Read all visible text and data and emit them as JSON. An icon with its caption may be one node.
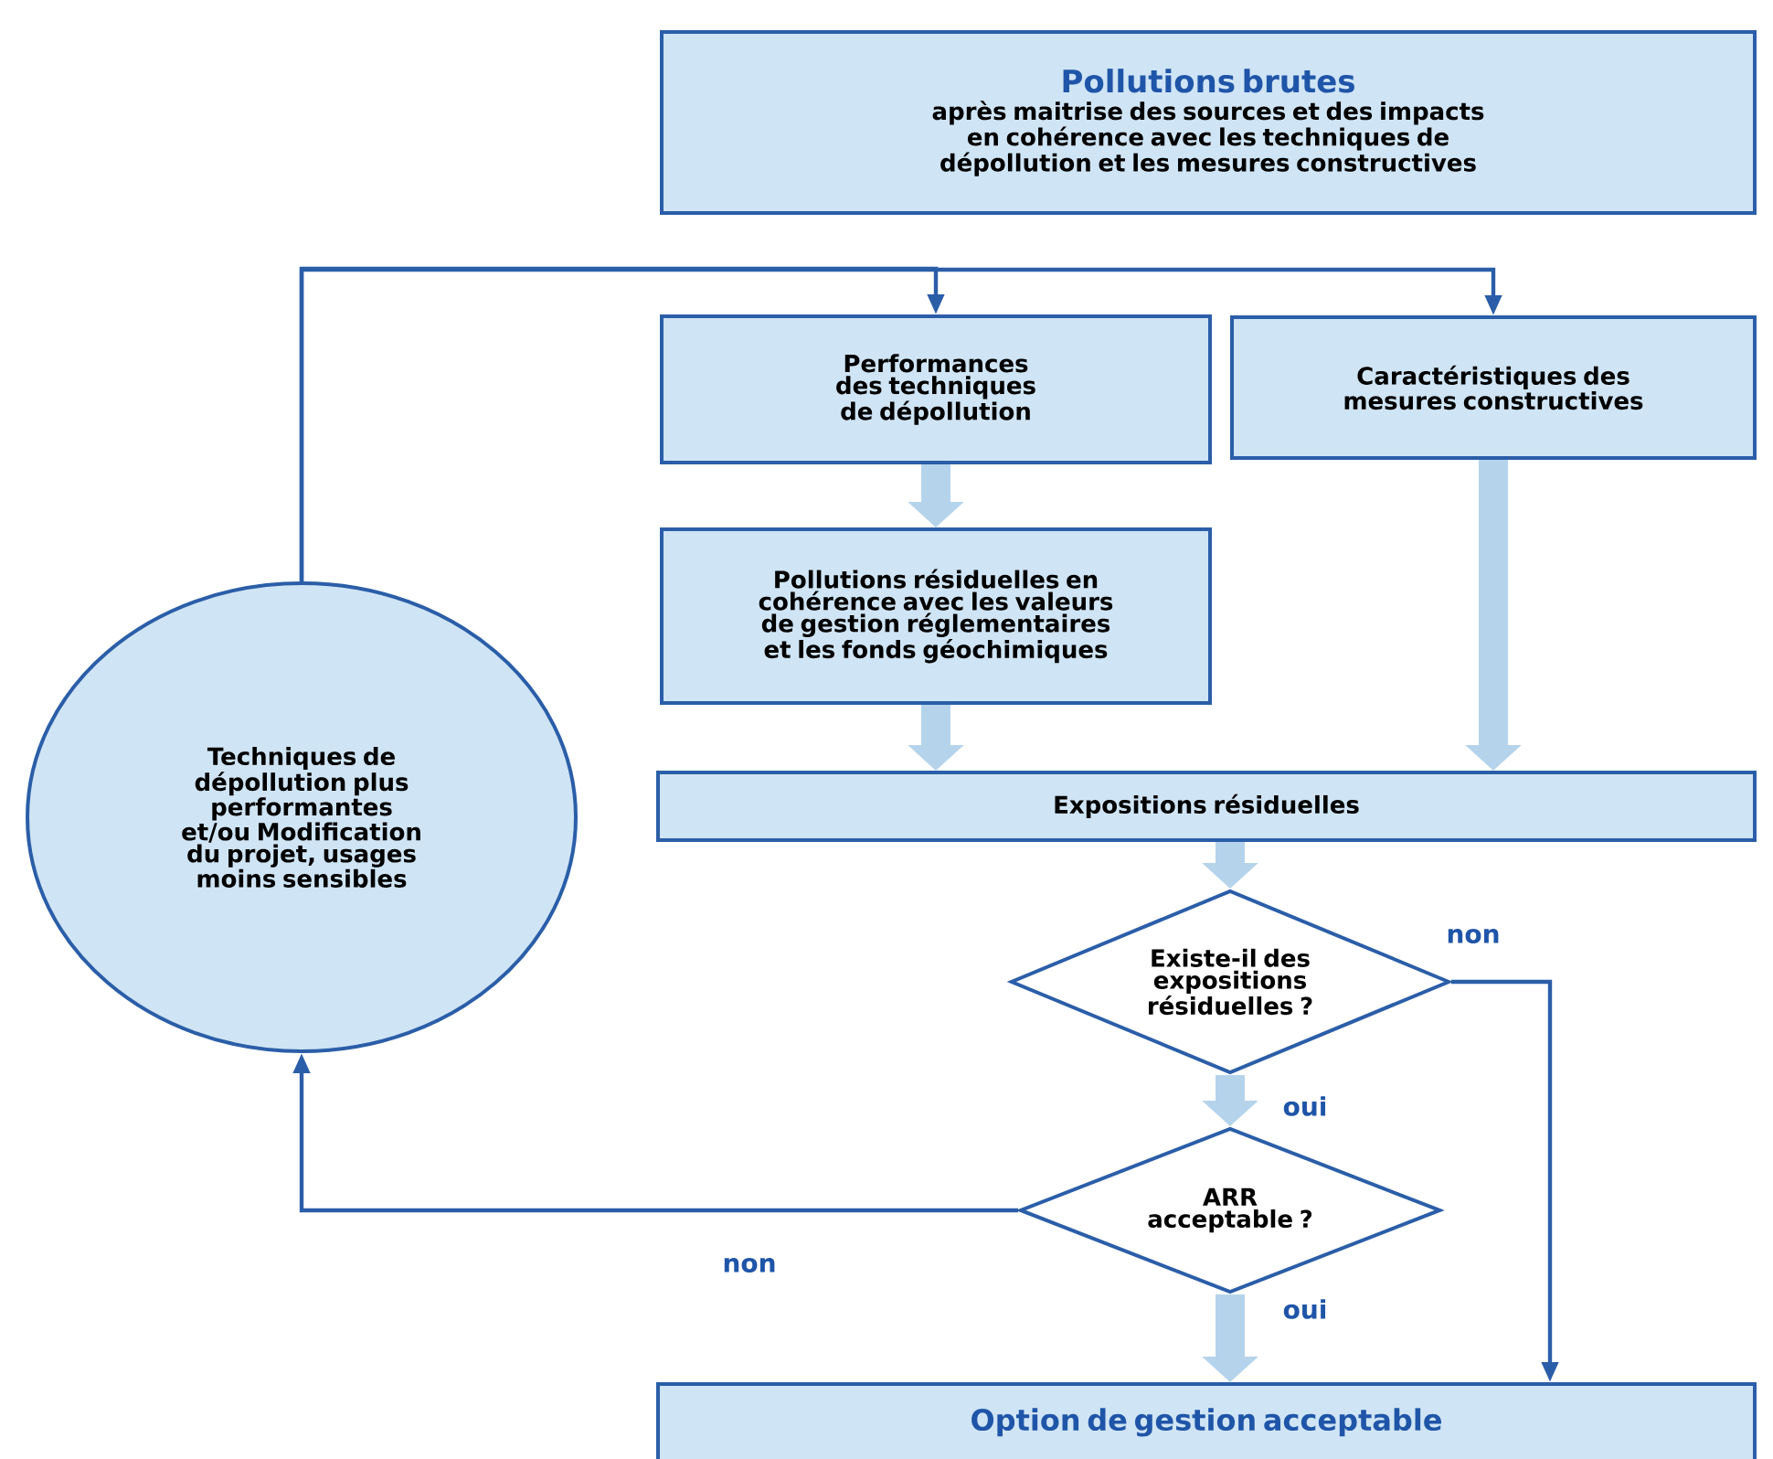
{
  "diagram": {
    "nodes": [
      {
        "text": [
          "Pollutions brutes",
          "après maitrise des sources et des impacts en cohérence avec les techniques de dépollution et les mesures constructives"
        ]
      },
      {
        "text": [
          "Performances des techniques de dépollution"
        ]
      },
      {
        "text": [
          "Caractéristiques des mesures constructives"
        ]
      },
      {
        "text": [
          "Pollutions résiduelles en cohérence avec les valeurs de gestion réglementaires et les fonds géochimiques"
        ]
      },
      {
        "text": [
          "Expositions résiduelles"
        ]
      },
      {
        "text": [
          "Existe-il des expositions résiduelles ?"
        ]
      },
      {
        "text": [
          "ARR acceptable ?"
        ]
      },
      {
        "text": [
          "Option de gestion acceptable"
        ]
      },
      {
        "text": [
          "Techniques de dépollution plus performantes et/ou Modification du projet, usages moins sensibles"
        ]
      }
    ],
    "edges": [
      {
        "from": 8,
        "to": 1,
        "arrow": "to",
        "color": "#2b5ea8"
      },
      {
        "from": 8,
        "to": 2,
        "arrow": "to",
        "color": "#2b5ea8"
      },
      {
        "from": 1,
        "to": 3,
        "arrow": "to"
      },
      {
        "from": 2,
        "to": 4,
        "arrow": "to"
      },
      {
        "from": 3,
        "to": 4,
        "arrow": "to"
      },
      {
        "from": 4,
        "to": 5,
        "arrow": "to"
      },
      {
        "from": 5,
        "to": 6,
        "arrow": "to",
        "label": "oui"
      },
      {
        "from": 5,
        "to": 7,
        "arrow": "to",
        "label": "non",
        "color": "#2b5ea8"
      },
      {
        "from": 6,
        "to": 7,
        "arrow": "to",
        "label": "oui"
      },
      {
        "from": 6,
        "to": 8,
        "arrow": "to",
        "label": "non",
        "color": "#2b5ea8"
      }
    ]
  }
}
